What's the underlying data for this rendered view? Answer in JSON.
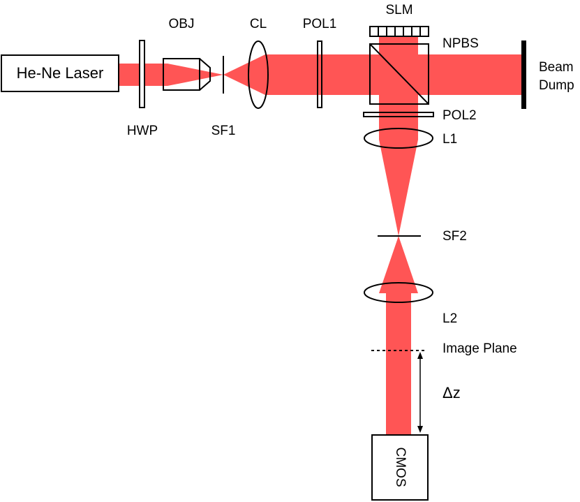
{
  "colors": {
    "beam": "#ff5555",
    "outline": "#000000",
    "background": "#ffffff"
  },
  "labels": {
    "laser": "He-Ne Laser",
    "obj": "OBJ",
    "cl": "CL",
    "pol1": "POL1",
    "slm": "SLM",
    "npbs": "NPBS",
    "beam_dump_line1": "Beam",
    "beam_dump_line2": "Dump",
    "hwp": "HWP",
    "sf1": "SF1",
    "pol2": "POL2",
    "l1": "L1",
    "sf2": "SF2",
    "l2": "L2",
    "image_plane": "Image Plane",
    "delta_z": "Δz",
    "cmos": "CMOS"
  }
}
